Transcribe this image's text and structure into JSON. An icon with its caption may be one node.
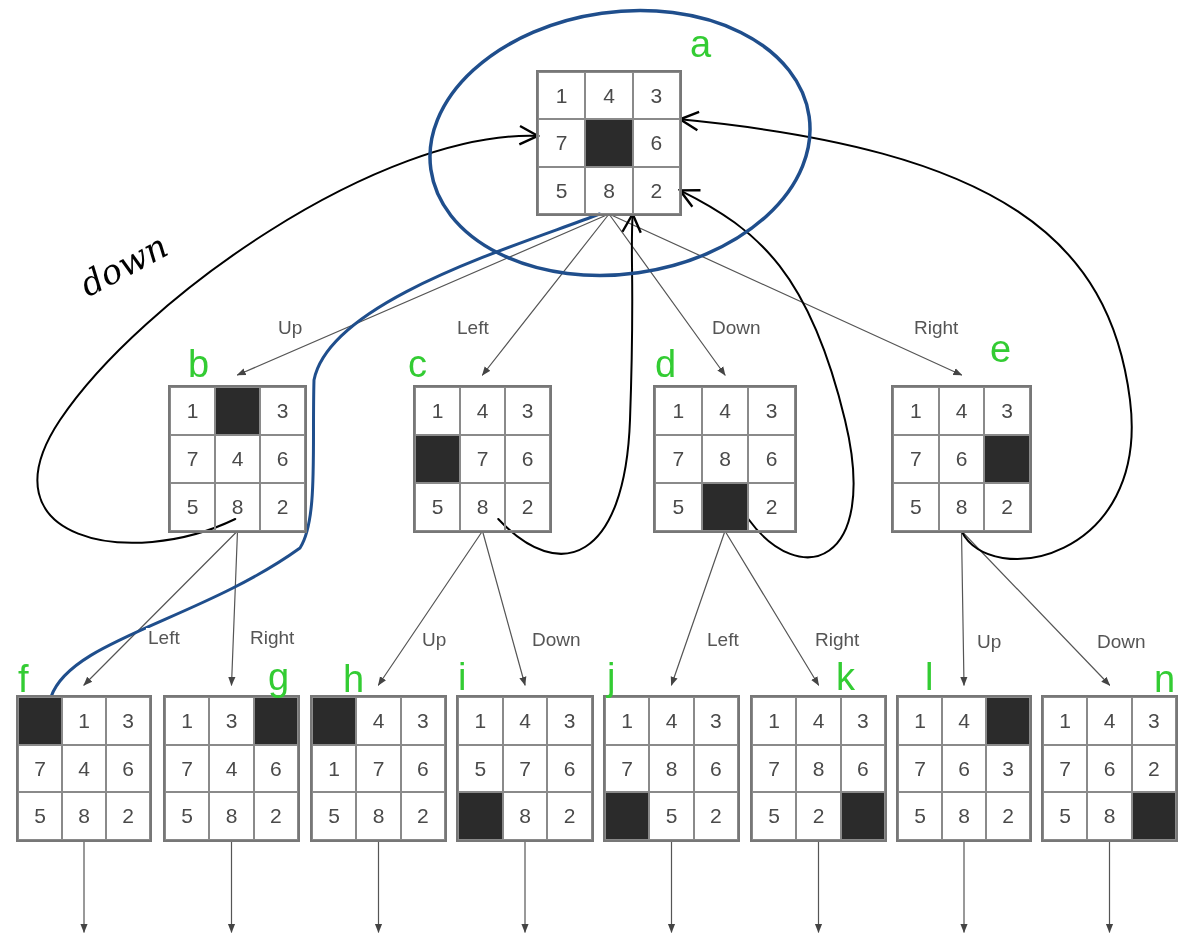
{
  "diagram": {
    "nodes": [
      {
        "text": [],
        "shape": "circle"
      },
      {
        "text": [],
        "shape": "box",
        "beside": [
          "a"
        ],
        "in": 0
      },
      {
        "text": [
          "1"
        ],
        "in": 1
      },
      {
        "text": [
          "4"
        ],
        "in": 1
      },
      {
        "text": [
          "3"
        ],
        "in": 1
      },
      {
        "text": [
          "7"
        ],
        "in": 1
      },
      {
        "text": [],
        "shape": "box",
        "in": 1
      },
      {
        "text": [
          "6"
        ],
        "in": 1
      },
      {
        "text": [
          "5"
        ],
        "in": 1
      },
      {
        "text": [
          "8"
        ],
        "in": 1
      },
      {
        "text": [
          "2"
        ],
        "in": 1
      },
      {
        "text": [],
        "shape": "box",
        "beside": [
          "b"
        ]
      },
      {
        "text": [
          "1"
        ],
        "in": 11
      },
      {
        "text": [],
        "shape": "box",
        "in": 11
      },
      {
        "text": [
          "3"
        ],
        "in": 11
      },
      {
        "text": [
          "7"
        ],
        "in": 11
      },
      {
        "text": [
          "4"
        ],
        "in": 11
      },
      {
        "text": [
          "6"
        ],
        "in": 11
      },
      {
        "text": [
          "5"
        ],
        "in": 11
      },
      {
        "text": [
          "8"
        ],
        "in": 11
      },
      {
        "text": [
          "2"
        ],
        "in": 11
      },
      {
        "text": [],
        "shape": "box",
        "beside": [
          "c"
        ]
      },
      {
        "text": [
          "1"
        ],
        "in": 21
      },
      {
        "text": [
          "4"
        ],
        "in": 21
      },
      {
        "text": [
          "3"
        ],
        "in": 21
      },
      {
        "text": [],
        "shape": "box",
        "in": 21
      },
      {
        "text": [
          "7"
        ],
        "in": 21
      },
      {
        "text": [
          "6"
        ],
        "in": 21
      },
      {
        "text": [
          "5"
        ],
        "in": 21
      },
      {
        "text": [
          "8"
        ],
        "in": 21
      },
      {
        "text": [
          "2"
        ],
        "in": 21
      },
      {
        "text": [],
        "shape": "box",
        "beside": [
          "d"
        ]
      },
      {
        "text": [
          "1"
        ],
        "in": 31
      },
      {
        "text": [
          "4"
        ],
        "in": 31
      },
      {
        "text": [
          "3"
        ],
        "in": 31
      },
      {
        "text": [
          "7"
        ],
        "in": 31
      },
      {
        "text": [
          "8"
        ],
        "in": 31
      },
      {
        "text": [
          "6"
        ],
        "in": 31
      },
      {
        "text": [
          "5"
        ],
        "in": 31
      },
      {
        "text": [],
        "shape": "box",
        "in": 31
      },
      {
        "text": [
          "2"
        ],
        "in": 31
      },
      {
        "text": [],
        "shape": "box",
        "beside": [
          "e"
        ]
      },
      {
        "text": [
          "1"
        ],
        "in": 41
      },
      {
        "text": [
          "4"
        ],
        "in": 41
      },
      {
        "text": [
          "3"
        ],
        "in": 41
      },
      {
        "text": [
          "7"
        ],
        "in": 41
      },
      {
        "text": [
          "6"
        ],
        "in": 41
      },
      {
        "text": [],
        "shape": "box",
        "in": 41
      },
      {
        "text": [
          "5"
        ],
        "in": 41
      },
      {
        "text": [
          "8"
        ],
        "in": 41
      },
      {
        "text": [
          "2"
        ],
        "in": 41
      },
      {
        "text": [],
        "shape": "box",
        "beside": [
          "f"
        ]
      },
      {
        "text": [],
        "shape": "box",
        "in": 51
      },
      {
        "text": [
          "1"
        ],
        "in": 51
      },
      {
        "text": [
          "3"
        ],
        "in": 51
      },
      {
        "text": [
          "7"
        ],
        "in": 51
      },
      {
        "text": [
          "4"
        ],
        "in": 51
      },
      {
        "text": [
          "6"
        ],
        "in": 51
      },
      {
        "text": [
          "5"
        ],
        "in": 51
      },
      {
        "text": [
          "8"
        ],
        "in": 51
      },
      {
        "text": [
          "2"
        ],
        "in": 51
      },
      {
        "text": [],
        "shape": "box",
        "beside": [
          "g"
        ]
      },
      {
        "text": [
          "1"
        ],
        "in": 61
      },
      {
        "text": [
          "3"
        ],
        "in": 61
      },
      {
        "text": [],
        "shape": "box",
        "in": 61
      },
      {
        "text": [
          "7"
        ],
        "in": 61
      },
      {
        "text": [
          "4"
        ],
        "in": 61
      },
      {
        "text": [
          "6"
        ],
        "in": 61
      },
      {
        "text": [
          "5"
        ],
        "in": 61
      },
      {
        "text": [
          "8"
        ],
        "in": 61
      },
      {
        "text": [
          "2"
        ],
        "in": 61
      },
      {
        "text": [],
        "shape": "box",
        "beside": [
          "h"
        ]
      },
      {
        "text": [],
        "shape": "box",
        "in": 71
      },
      {
        "text": [
          "4"
        ],
        "in": 71
      },
      {
        "text": [
          "3"
        ],
        "in": 71
      },
      {
        "text": [
          "1"
        ],
        "in": 71
      },
      {
        "text": [
          "7"
        ],
        "in": 71
      },
      {
        "text": [
          "6"
        ],
        "in": 71
      },
      {
        "text": [
          "5"
        ],
        "in": 71
      },
      {
        "text": [
          "8"
        ],
        "in": 71
      },
      {
        "text": [
          "2"
        ],
        "in": 71
      },
      {
        "text": [],
        "shape": "box",
        "beside": [
          "i"
        ]
      },
      {
        "text": [
          "1"
        ],
        "in": 81
      },
      {
        "text": [
          "4"
        ],
        "in": 81
      },
      {
        "text": [
          "3"
        ],
        "in": 81
      },
      {
        "text": [
          "5"
        ],
        "in": 81
      },
      {
        "text": [
          "7"
        ],
        "in": 81
      },
      {
        "text": [
          "6"
        ],
        "in": 81
      },
      {
        "text": [],
        "shape": "box",
        "in": 81
      },
      {
        "text": [
          "8"
        ],
        "in": 81
      },
      {
        "text": [
          "2"
        ],
        "in": 81
      },
      {
        "text": [],
        "shape": "box",
        "beside": [
          "j"
        ]
      },
      {
        "text": [
          "1"
        ],
        "in": 91
      },
      {
        "text": [
          "4"
        ],
        "in": 91
      },
      {
        "text": [
          "3"
        ],
        "in": 91
      },
      {
        "text": [
          "7"
        ],
        "in": 91
      },
      {
        "text": [
          "8"
        ],
        "in": 91
      },
      {
        "text": [
          "6"
        ],
        "in": 91
      },
      {
        "text": [],
        "shape": "box",
        "in": 91
      },
      {
        "text": [
          "5"
        ],
        "in": 91
      },
      {
        "text": [
          "2"
        ],
        "in": 91
      },
      {
        "text": [],
        "shape": "box",
        "beside": [
          "k"
        ]
      },
      {
        "text": [
          "1"
        ],
        "in": 101
      },
      {
        "text": [
          "4"
        ],
        "in": 101
      },
      {
        "text": [
          "3"
        ],
        "in": 101
      },
      {
        "text": [
          "7"
        ],
        "in": 101
      },
      {
        "text": [
          "8"
        ],
        "in": 101
      },
      {
        "text": [
          "6"
        ],
        "in": 101
      },
      {
        "text": [
          "5"
        ],
        "in": 101
      },
      {
        "text": [
          "2"
        ],
        "in": 101
      },
      {
        "text": [],
        "shape": "box",
        "in": 101
      },
      {
        "text": [],
        "shape": "box",
        "beside": [
          "l"
        ]
      },
      {
        "text": [
          "1"
        ],
        "in": 111
      },
      {
        "text": [
          "4"
        ],
        "in": 111
      },
      {
        "text": [],
        "shape": "box",
        "in": 111
      },
      {
        "text": [
          "7"
        ],
        "in": 111
      },
      {
        "text": [
          "6"
        ],
        "in": 111
      },
      {
        "text": [
          "3"
        ],
        "in": 111
      },
      {
        "text": [
          "5"
        ],
        "in": 111
      },
      {
        "text": [
          "8"
        ],
        "in": 111
      },
      {
        "text": [
          "2"
        ],
        "in": 111
      },
      {
        "text": [],
        "shape": "box",
        "beside": [
          "n"
        ]
      },
      {
        "text": [
          "1"
        ],
        "in": 121
      },
      {
        "text": [
          "4"
        ],
        "in": 121
      },
      {
        "text": [
          "3"
        ],
        "in": 121
      },
      {
        "text": [
          "7"
        ],
        "in": 121
      },
      {
        "text": [
          "6"
        ],
        "in": 121
      },
      {
        "text": [
          "2"
        ],
        "in": 121
      },
      {
        "text": [
          "5"
        ],
        "in": 121
      },
      {
        "text": [
          "8"
        ],
        "in": 121
      },
      {
        "text": [],
        "shape": "box",
        "in": 121
      }
    ],
    "edges": [
      {
        "from": 1,
        "to": 11,
        "arrow": "to",
        "label": "Up"
      },
      {
        "from": 1,
        "to": 21,
        "arrow": "to",
        "label": "Left"
      },
      {
        "from": 1,
        "to": 31,
        "arrow": "to",
        "label": "Down"
      },
      {
        "from": 1,
        "to": 41,
        "arrow": "to",
        "label": "Right"
      },
      {
        "from": 11,
        "to": 51,
        "arrow": "to",
        "label": "Left"
      },
      {
        "from": 11,
        "to": 61,
        "arrow": "to",
        "label": "Right"
      },
      {
        "from": 21,
        "to": 71,
        "arrow": "to",
        "label": "Up"
      },
      {
        "from": 21,
        "to": 81,
        "arrow": "to",
        "label": "Down"
      },
      {
        "from": 31,
        "to": 91,
        "arrow": "to",
        "label": "Left"
      },
      {
        "from": 31,
        "to": 101,
        "arrow": "to",
        "label": "Right"
      },
      {
        "from": 41,
        "to": 111,
        "arrow": "to",
        "label": "Up"
      },
      {
        "from": 41,
        "to": 121,
        "arrow": "to",
        "label": "Down"
      },
      {
        "from": 51,
        "to": null,
        "arrow": "to"
      },
      {
        "from": 61,
        "to": null,
        "arrow": "to"
      },
      {
        "from": 71,
        "to": null,
        "arrow": "to"
      },
      {
        "from": 81,
        "to": null,
        "arrow": "to"
      },
      {
        "from": 91,
        "to": null,
        "arrow": "to"
      },
      {
        "from": 101,
        "to": null,
        "arrow": "to"
      },
      {
        "from": 111,
        "to": null,
        "arrow": "to"
      },
      {
        "from": 121,
        "to": null,
        "arrow": "to"
      },
      {
        "from": 19,
        "to": 5,
        "arrow": "to",
        "label": "down",
        "color": "#000000"
      },
      {
        "from": 29,
        "to": 9,
        "arrow": "to",
        "color": "#000000"
      },
      {
        "from": 39,
        "to": 10,
        "arrow": "to",
        "color": "#000000"
      },
      {
        "from": 49,
        "to": 4,
        "arrow": "to",
        "color": "#000000"
      },
      {
        "from": 9,
        "to": 52,
        "arrow": "none",
        "style": "thick",
        "color": "#1f4e8c"
      }
    ]
  }
}
